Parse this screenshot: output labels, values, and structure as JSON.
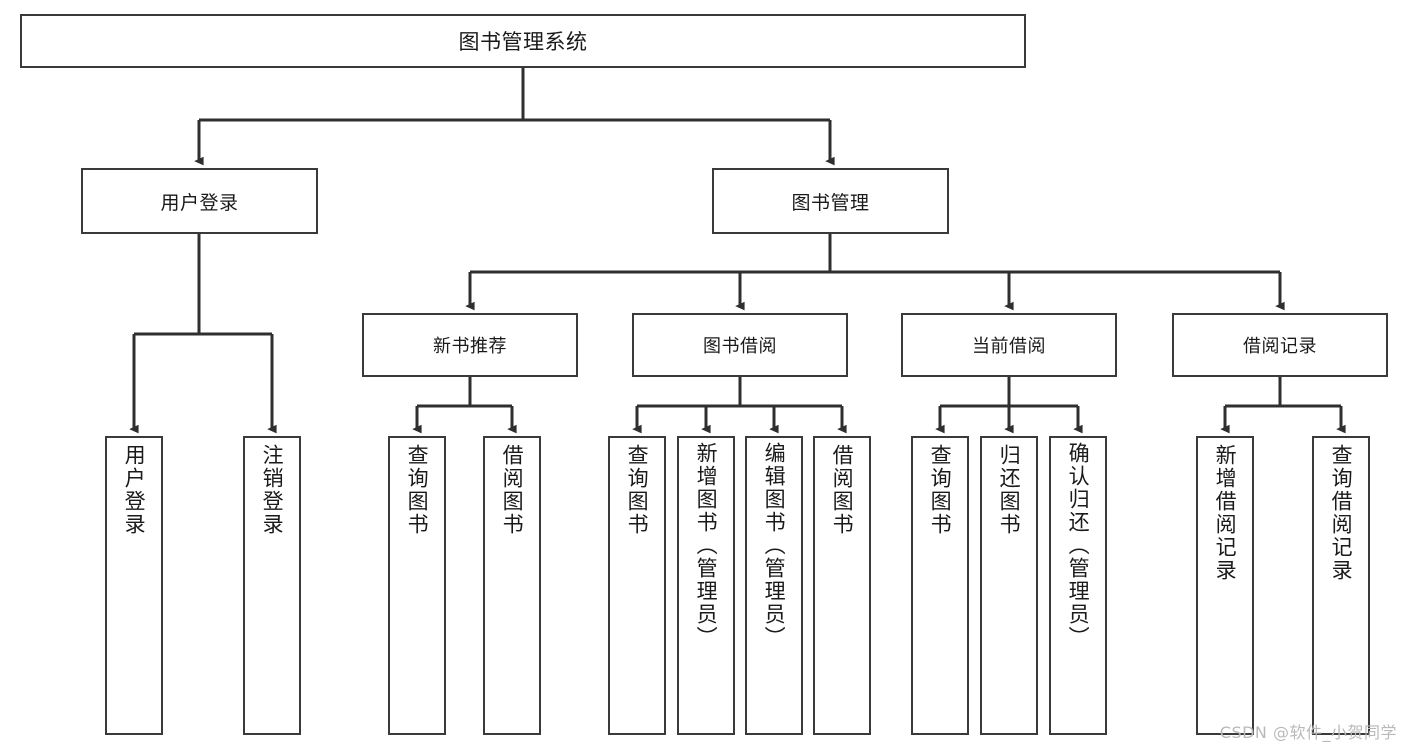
{
  "diagram": {
    "type": "tree-hierarchy",
    "title": "图书管理系统",
    "root": {
      "label": "图书管理系统"
    },
    "level1": [
      {
        "label": "用户登录"
      },
      {
        "label": "图书管理"
      }
    ],
    "level2": [
      {
        "label": "新书推荐"
      },
      {
        "label": "图书借阅"
      },
      {
        "label": "当前借阅"
      },
      {
        "label": "借阅记录"
      }
    ],
    "leaves": {
      "user_login": [
        {
          "label": "用户登录"
        },
        {
          "label": "注销登录"
        }
      ],
      "new_book_recommend": [
        {
          "label": "查询图书"
        },
        {
          "label": "借阅图书"
        }
      ],
      "book_borrow": [
        {
          "label": "查询图书"
        },
        {
          "label": "新增图书（管理员）"
        },
        {
          "label": "编辑图书（管理员）"
        },
        {
          "label": "借阅图书"
        }
      ],
      "current_borrow": [
        {
          "label": "查询图书"
        },
        {
          "label": "归还图书"
        },
        {
          "label": "确认归还（管理员）"
        }
      ],
      "borrow_record": [
        {
          "label": "新增借阅记录"
        },
        {
          "label": "查询借阅记录"
        }
      ]
    },
    "watermark": "CSDN @软件_小贺同学",
    "colors": {
      "border": "#3a3a3a",
      "background": "#ffffff",
      "text": "#1a1a1a",
      "watermark": "#b9b9b9"
    }
  }
}
